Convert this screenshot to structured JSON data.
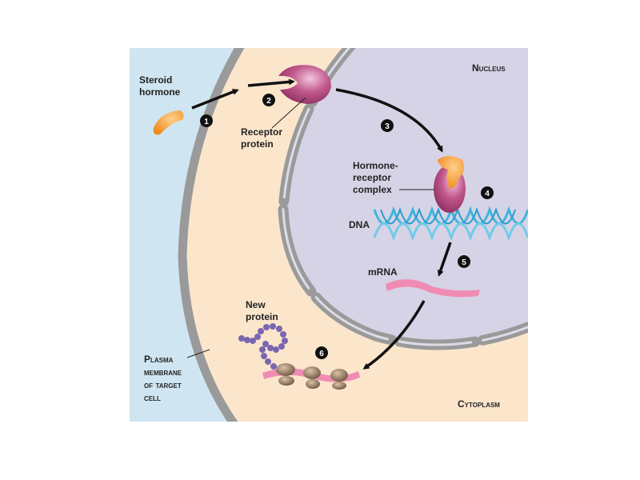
{
  "labels": {
    "steroid_hormone": [
      "Steroid",
      "hormone"
    ],
    "receptor_protein": [
      "Receptor",
      "protein"
    ],
    "nucleus": "Nucleus",
    "hormone_receptor_complex": [
      "Hormone-",
      "receptor",
      "complex"
    ],
    "dna": "DNA",
    "mrna": "mRNA",
    "new_protein": [
      "New",
      "protein"
    ],
    "plasma_membrane": [
      "Plasma",
      "membrane",
      "of target",
      "cell"
    ],
    "cytoplasm": "Cytoplasm"
  },
  "steps": [
    "1",
    "2",
    "3",
    "4",
    "5",
    "6"
  ],
  "colors": {
    "extracellular": "#cfe6f2",
    "cytoplasm": "#fbe6cc",
    "nucleus": "#d6d3e6",
    "membrane": "#9a9a9a",
    "hormone": "#f39a2c",
    "receptor": "#b0487e",
    "dna": "#3fb5dc",
    "mrna": "#f08cb4",
    "protein_beads": "#7a66b0",
    "ribosome": "#8a6e55"
  }
}
